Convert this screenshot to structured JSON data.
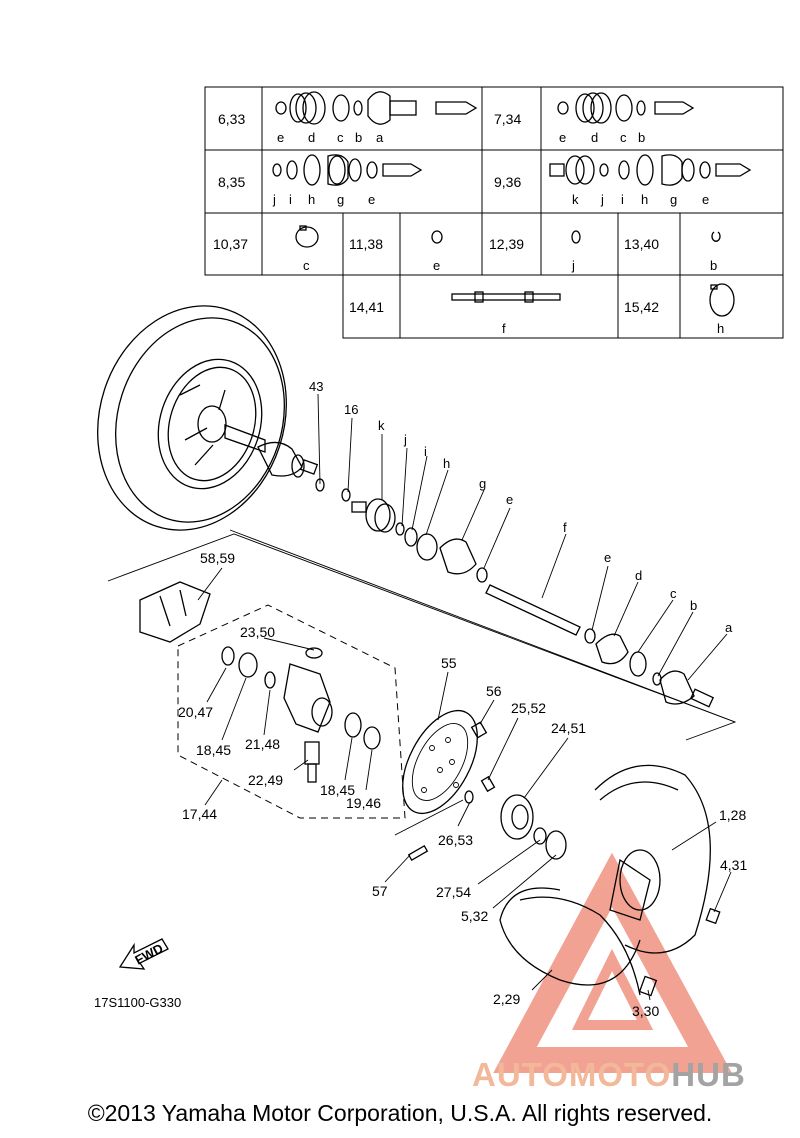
{
  "table": {
    "rows": [
      {
        "left_code": "6,33",
        "left_letters": [
          "e",
          "d",
          "c",
          "b",
          "a"
        ],
        "right_code": "7,34",
        "right_letters": [
          "e",
          "d",
          "c",
          "b"
        ]
      },
      {
        "left_code": "8,35",
        "left_letters": [
          "j",
          "i",
          "h",
          "g",
          "e"
        ],
        "right_code": "9,36",
        "right_letters": [
          "k",
          "j",
          "i",
          "h",
          "g",
          "e"
        ]
      },
      {
        "cells": [
          {
            "code": "10,37",
            "letter": "c"
          },
          {
            "code": "11,38",
            "letter": "e"
          },
          {
            "code": "12,39",
            "letter": "j"
          },
          {
            "code": "13,40",
            "letter": "b"
          }
        ]
      },
      {
        "cells": [
          {
            "code": "14,41",
            "letter": "f"
          },
          {
            "code": "15,42",
            "letter": "h"
          }
        ]
      }
    ]
  },
  "callouts": {
    "c43": "43",
    "c16": "16",
    "k": "k",
    "j": "j",
    "i": "i",
    "h": "h",
    "g": "g",
    "e1": "e",
    "f": "f",
    "e2": "e",
    "d": "d",
    "c": "c",
    "b": "b",
    "a": "a",
    "c5859": "58,59",
    "c2350": "23,50",
    "c2047": "20,47",
    "c1845a": "18,45",
    "c2148": "21,48",
    "c2249": "22,49",
    "c1845b": "18,45",
    "c1946": "19,46",
    "c1744": "17,44",
    "c55": "55",
    "c56": "56",
    "c2552": "25,52",
    "c2451": "24,51",
    "c2653": "26,53",
    "c2754": "27,54",
    "c532": "5,32",
    "c57": "57",
    "c128": "1,28",
    "c431": "4,31",
    "c229": "2,29",
    "c330": "3,30"
  },
  "fwd_label": "FWD",
  "diagram_code": "17S1100-G330",
  "watermark": {
    "part1": "AUTOMOTO",
    "part2": "HUB",
    "accent": "#e8573a"
  },
  "copyright": "©2013 Yamaha Motor Corporation, U.S.A. All rights reserved."
}
